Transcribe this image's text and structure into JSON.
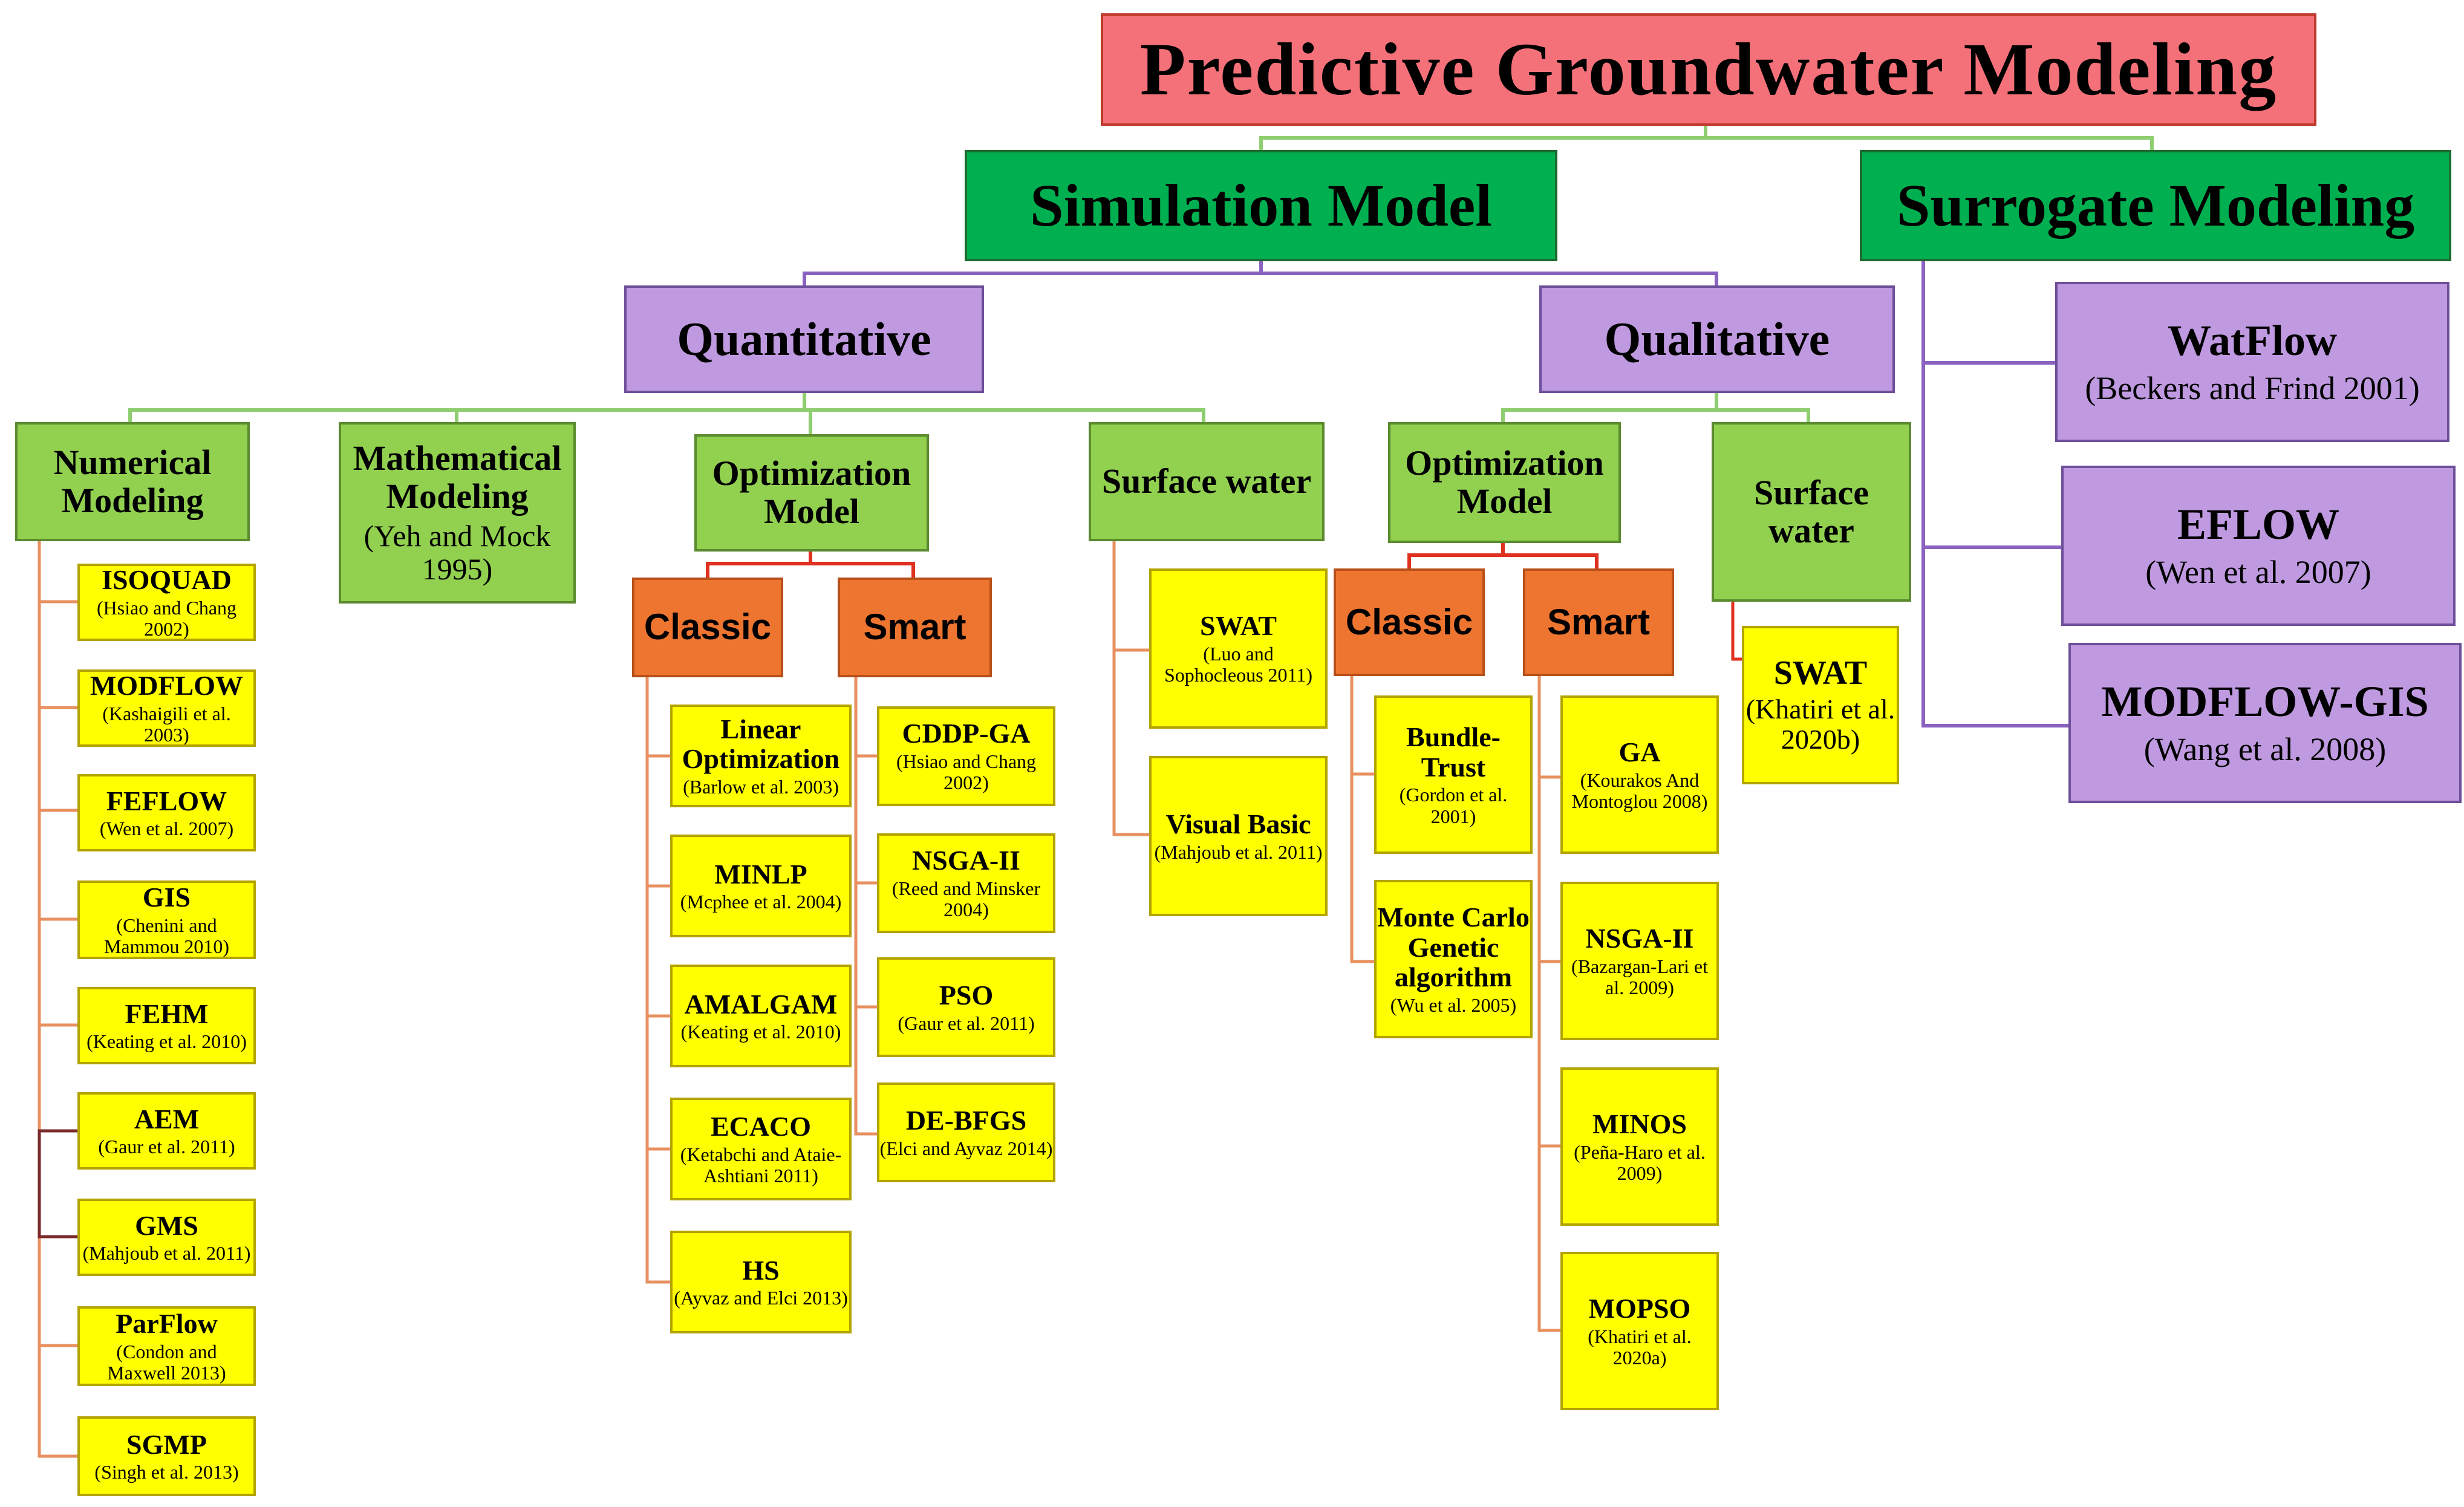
{
  "root": {
    "title": "Predictive Groundwater Modeling"
  },
  "simulation": {
    "title": "Simulation Model"
  },
  "surrogate": {
    "title": "Surrogate Modeling",
    "items": [
      {
        "name": "WatFlow",
        "cite": "(Beckers and Frind 2001)"
      },
      {
        "name": "EFLOW",
        "cite": "(Wen et al. 2007)"
      },
      {
        "name": "MODFLOW-GIS",
        "cite": "(Wang et al. 2008)"
      }
    ]
  },
  "quantitative": {
    "title": "Quantitative",
    "numerical": {
      "title": "Numerical Modeling",
      "items": [
        {
          "name": "ISOQUAD",
          "cite": "(Hsiao and Chang 2002)"
        },
        {
          "name": "MODFLOW",
          "cite": "(Kashaigili et al. 2003)"
        },
        {
          "name": "FEFLOW",
          "cite": "(Wen et al. 2007)"
        },
        {
          "name": "GIS",
          "cite": "(Chenini and Mammou 2010)"
        },
        {
          "name": "FEHM",
          "cite": "(Keating et al. 2010)"
        },
        {
          "name": "AEM",
          "cite": "(Gaur et al. 2011)"
        },
        {
          "name": "GMS",
          "cite": "(Mahjoub et al. 2011)"
        },
        {
          "name": "ParFlow",
          "cite": "(Condon and Maxwell 2013)"
        },
        {
          "name": "SGMP",
          "cite": "(Singh et al. 2013)"
        }
      ]
    },
    "mathematical": {
      "title": "Mathematical Modeling",
      "cite": "(Yeh and Mock 1995)"
    },
    "optimization": {
      "title": "Optimization Model",
      "classic": {
        "title": "Classic",
        "items": [
          {
            "name": "Linear Optimization",
            "cite": "(Barlow et al. 2003)"
          },
          {
            "name": "MINLP",
            "cite": "(Mcphee et al. 2004)"
          },
          {
            "name": "AMALGAM",
            "cite": "(Keating et al. 2010)"
          },
          {
            "name": "ECACO",
            "cite": "(Ketabchi and Ataie-Ashtiani 2011)"
          },
          {
            "name": "HS",
            "cite": "(Ayvaz and Elci 2013)"
          }
        ]
      },
      "smart": {
        "title": "Smart",
        "items": [
          {
            "name": "CDDP-GA",
            "cite": "(Hsiao and Chang 2002)"
          },
          {
            "name": "NSGA-II",
            "cite": "(Reed and Minsker 2004)"
          },
          {
            "name": "PSO",
            "cite": "(Gaur et al. 2011)"
          },
          {
            "name": "DE-BFGS",
            "cite": "(Elci and Ayvaz 2014)"
          }
        ]
      }
    },
    "surface": {
      "title": "Surface water",
      "items": [
        {
          "name": "SWAT",
          "cite": "(Luo and Sophocleous 2011)"
        },
        {
          "name": "Visual Basic",
          "cite": "(Mahjoub et al. 2011)"
        }
      ]
    }
  },
  "qualitative": {
    "title": "Qualitative",
    "optimization": {
      "title": "Optimization Model",
      "classic": {
        "title": "Classic",
        "items": [
          {
            "name": "Bundle-Trust",
            "cite": "(Gordon et al. 2001)"
          },
          {
            "name": "Monte Carlo Genetic algorithm",
            "cite": "(Wu et al. 2005)"
          }
        ]
      },
      "smart": {
        "title": "Smart",
        "items": [
          {
            "name": "GA",
            "cite": "(Kourakos And Montoglou 2008)"
          },
          {
            "name": "NSGA-II",
            "cite": "(Bazargan-Lari et al. 2009)"
          },
          {
            "name": "MINOS",
            "cite": "(Peña-Haro et al. 2009)"
          },
          {
            "name": "MOPSO",
            "cite": "(Khatiri et al. 2020a)"
          }
        ]
      }
    },
    "surface": {
      "title": "Surface water",
      "items": [
        {
          "name": "SWAT",
          "cite": "(Khatiri et al. 2020b)"
        }
      ]
    }
  },
  "colors": {
    "root": "#f4717a",
    "level1": "#00b050",
    "purple": "#bf9ae0",
    "green": "#92d050",
    "orange": "#ee7530",
    "yellow": "#ffff00",
    "line_green": "#8fce70",
    "line_purple": "#8a63c0",
    "line_red": "#e03020",
    "line_orange": "#e89060",
    "line_dark": "#7a2a2a"
  }
}
